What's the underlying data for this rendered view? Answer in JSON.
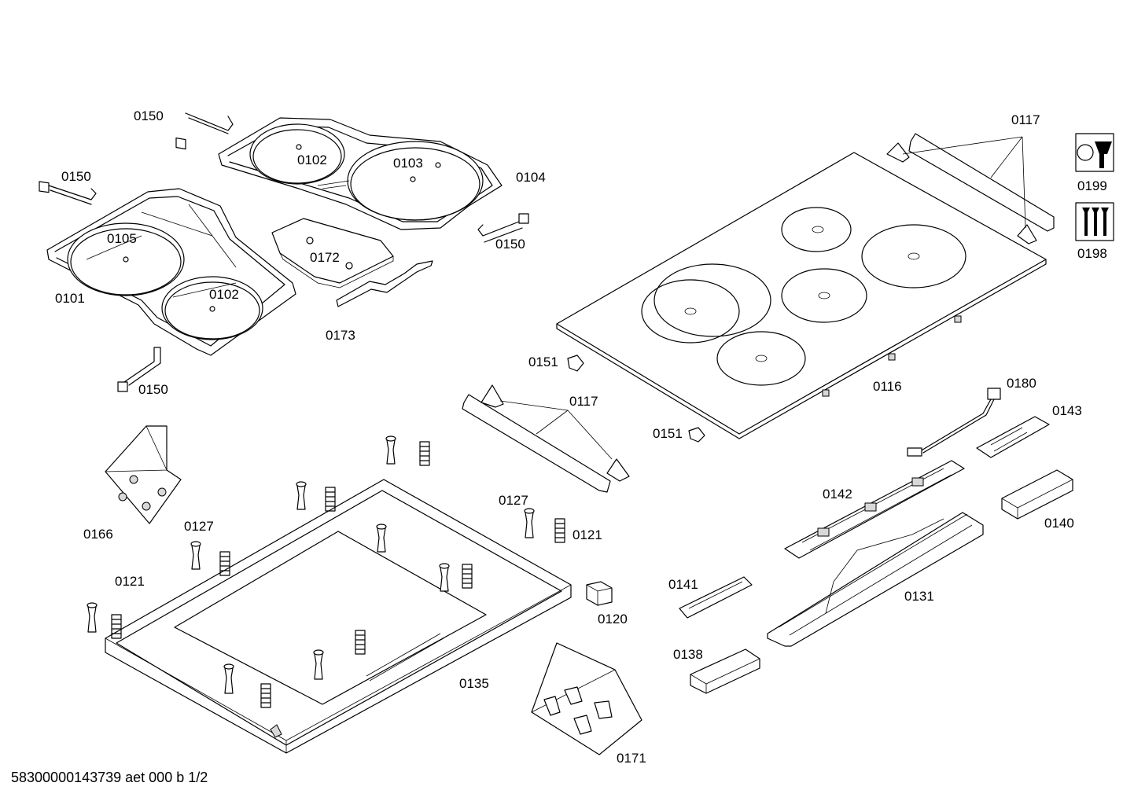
{
  "footer": "58300000143739 aet 000 b 1/2",
  "parts": {
    "p0101": "0101",
    "p0102": "0102",
    "p0103": "0103",
    "p0104": "0104",
    "p0105": "0105",
    "p0116": "0116",
    "p0117": "0117",
    "p0120": "0120",
    "p0121": "0121",
    "p0127": "0127",
    "p0131": "0131",
    "p0135": "0135",
    "p0138": "0138",
    "p0140": "0140",
    "p0141": "0141",
    "p0142": "0142",
    "p0143": "0143",
    "p0150": "0150",
    "p0151": "0151",
    "p0166": "0166",
    "p0171": "0171",
    "p0172": "0172",
    "p0173": "0173",
    "p0180": "0180",
    "p0198": "0198",
    "p0199": "0199"
  }
}
